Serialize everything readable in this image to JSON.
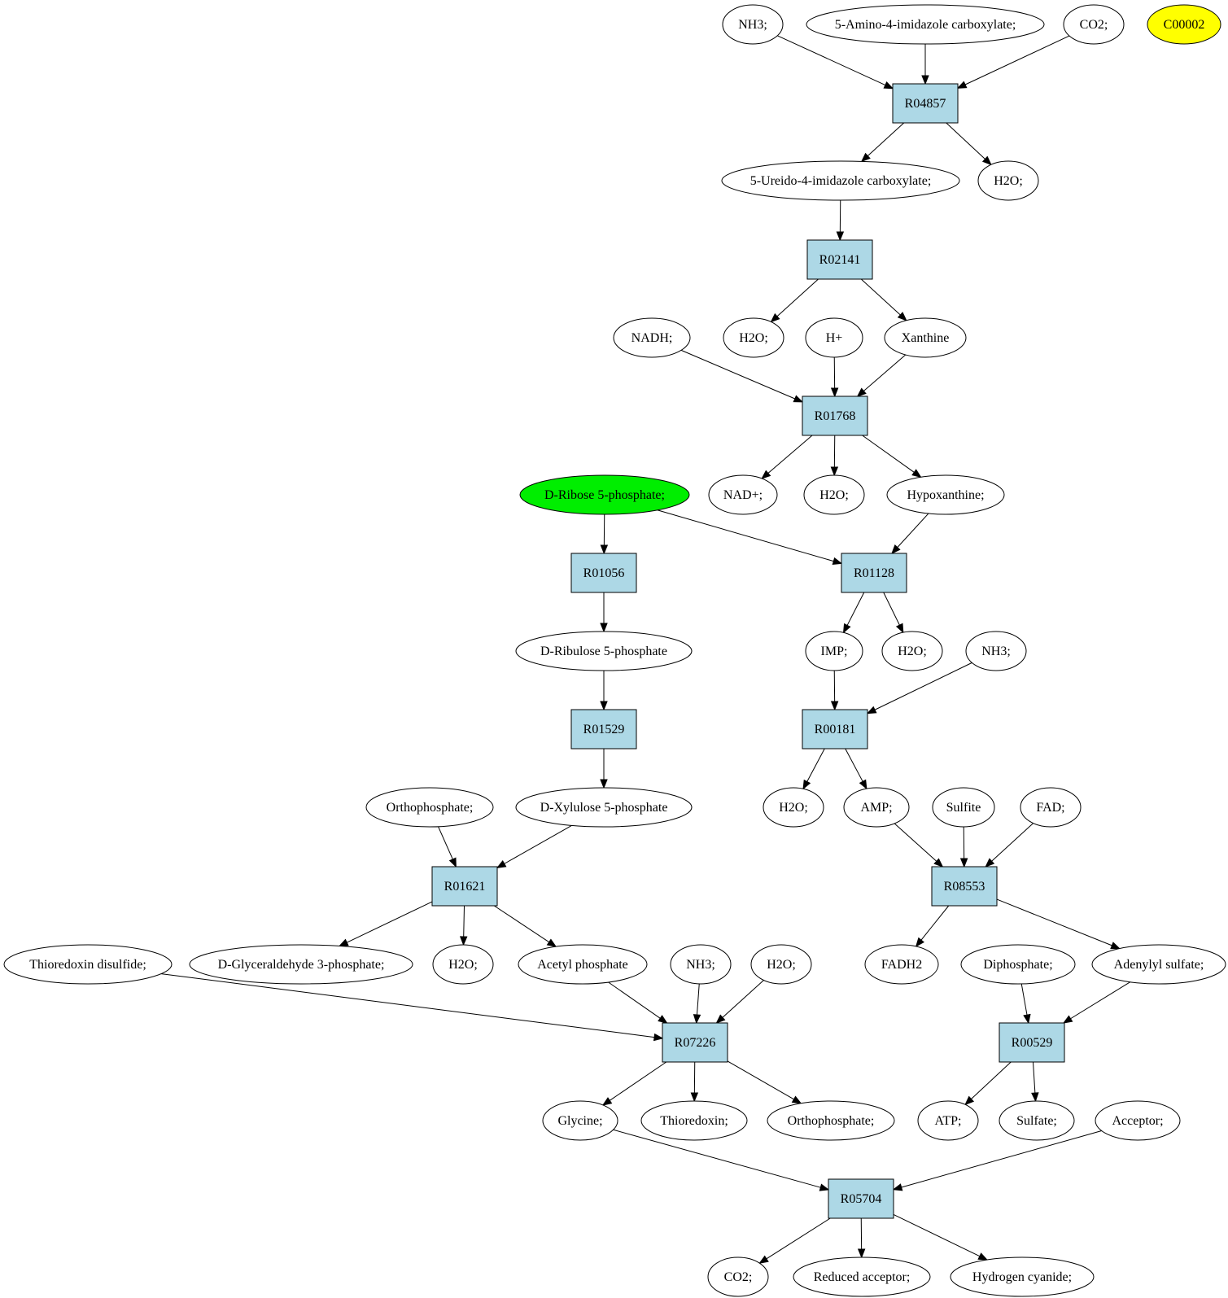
{
  "colors": {
    "reaction_fill": "#add8e6",
    "compound_fill": "#ffffff",
    "start_fill": "#00ee00",
    "highlight_fill": "#ffff00",
    "edge": "#000000"
  },
  "nodes": [
    {
      "id": "nh3_top",
      "label": "NH3;",
      "kind": "compound"
    },
    {
      "id": "aica",
      "label": "5-Amino-4-imidazole carboxylate;",
      "kind": "compound"
    },
    {
      "id": "co2_top",
      "label": "CO2;",
      "kind": "compound"
    },
    {
      "id": "c00002",
      "label": "C00002",
      "kind": "highlight"
    },
    {
      "id": "r04857",
      "label": "R04857",
      "kind": "reaction"
    },
    {
      "id": "ureido",
      "label": "5-Ureido-4-imidazole carboxylate;",
      "kind": "compound"
    },
    {
      "id": "h2o_1",
      "label": "H2O;",
      "kind": "compound"
    },
    {
      "id": "r02141",
      "label": "R02141",
      "kind": "reaction"
    },
    {
      "id": "nadh",
      "label": "NADH;",
      "kind": "compound"
    },
    {
      "id": "h2o_2",
      "label": "H2O;",
      "kind": "compound"
    },
    {
      "id": "hplus",
      "label": "H+",
      "kind": "compound"
    },
    {
      "id": "xanthine",
      "label": "Xanthine",
      "kind": "compound"
    },
    {
      "id": "r01768",
      "label": "R01768",
      "kind": "reaction"
    },
    {
      "id": "ribose5p",
      "label": "D-Ribose 5-phosphate;",
      "kind": "start"
    },
    {
      "id": "nadplus",
      "label": "NAD+;",
      "kind": "compound"
    },
    {
      "id": "h2o_3",
      "label": "H2O;",
      "kind": "compound"
    },
    {
      "id": "hypoxanthine",
      "label": "Hypoxanthine;",
      "kind": "compound"
    },
    {
      "id": "r01056",
      "label": "R01056",
      "kind": "reaction"
    },
    {
      "id": "r01128",
      "label": "R01128",
      "kind": "reaction"
    },
    {
      "id": "ribulose5p",
      "label": "D-Ribulose 5-phosphate",
      "kind": "compound"
    },
    {
      "id": "imp",
      "label": "IMP;",
      "kind": "compound"
    },
    {
      "id": "h2o_4",
      "label": "H2O;",
      "kind": "compound"
    },
    {
      "id": "nh3_mid",
      "label": "NH3;",
      "kind": "compound"
    },
    {
      "id": "r01529",
      "label": "R01529",
      "kind": "reaction"
    },
    {
      "id": "r00181",
      "label": "R00181",
      "kind": "reaction"
    },
    {
      "id": "orthophosphate_1",
      "label": "Orthophosphate;",
      "kind": "compound"
    },
    {
      "id": "xylulose5p",
      "label": "D-Xylulose 5-phosphate",
      "kind": "compound"
    },
    {
      "id": "h2o_5",
      "label": "H2O;",
      "kind": "compound"
    },
    {
      "id": "amp",
      "label": "AMP;",
      "kind": "compound"
    },
    {
      "id": "sulfite",
      "label": "Sulfite",
      "kind": "compound"
    },
    {
      "id": "fad",
      "label": "FAD;",
      "kind": "compound"
    },
    {
      "id": "r01621",
      "label": "R01621",
      "kind": "reaction"
    },
    {
      "id": "r08553",
      "label": "R08553",
      "kind": "reaction"
    },
    {
      "id": "thioredoxin_disulfide",
      "label": "Thioredoxin disulfide;",
      "kind": "compound"
    },
    {
      "id": "glyceraldehyde3p",
      "label": "D-Glyceraldehyde 3-phosphate;",
      "kind": "compound"
    },
    {
      "id": "h2o_6",
      "label": "H2O;",
      "kind": "compound"
    },
    {
      "id": "acetyl_phosphate",
      "label": "Acetyl phosphate",
      "kind": "compound"
    },
    {
      "id": "nh3_low",
      "label": "NH3;",
      "kind": "compound"
    },
    {
      "id": "h2o_7",
      "label": "H2O;",
      "kind": "compound"
    },
    {
      "id": "fadh2",
      "label": "FADH2",
      "kind": "compound"
    },
    {
      "id": "diphosphate",
      "label": "Diphosphate;",
      "kind": "compound"
    },
    {
      "id": "adenylyl_sulfate",
      "label": "Adenylyl sulfate;",
      "kind": "compound"
    },
    {
      "id": "r07226",
      "label": "R07226",
      "kind": "reaction"
    },
    {
      "id": "r00529",
      "label": "R00529",
      "kind": "reaction"
    },
    {
      "id": "glycine",
      "label": "Glycine;",
      "kind": "compound"
    },
    {
      "id": "thioredoxin",
      "label": "Thioredoxin;",
      "kind": "compound"
    },
    {
      "id": "orthophosphate_2",
      "label": "Orthophosphate;",
      "kind": "compound"
    },
    {
      "id": "atp",
      "label": "ATP;",
      "kind": "compound"
    },
    {
      "id": "sulfate",
      "label": "Sulfate;",
      "kind": "compound"
    },
    {
      "id": "acceptor",
      "label": "Acceptor;",
      "kind": "compound"
    },
    {
      "id": "r05704",
      "label": "R05704",
      "kind": "reaction"
    },
    {
      "id": "co2_bottom",
      "label": "CO2;",
      "kind": "compound"
    },
    {
      "id": "reduced_acceptor",
      "label": "Reduced acceptor;",
      "kind": "compound"
    },
    {
      "id": "hydrogen_cyanide",
      "label": "Hydrogen cyanide;",
      "kind": "compound"
    }
  ],
  "edges": [
    [
      "nh3_top",
      "r04857"
    ],
    [
      "aica",
      "r04857"
    ],
    [
      "co2_top",
      "r04857"
    ],
    [
      "r04857",
      "ureido"
    ],
    [
      "r04857",
      "h2o_1"
    ],
    [
      "ureido",
      "r02141"
    ],
    [
      "r02141",
      "h2o_2"
    ],
    [
      "r02141",
      "xanthine"
    ],
    [
      "nadh",
      "r01768"
    ],
    [
      "hplus",
      "r01768"
    ],
    [
      "xanthine",
      "r01768"
    ],
    [
      "r01768",
      "nadplus"
    ],
    [
      "r01768",
      "h2o_3"
    ],
    [
      "r01768",
      "hypoxanthine"
    ],
    [
      "ribose5p",
      "r01056"
    ],
    [
      "ribose5p",
      "r01128"
    ],
    [
      "hypoxanthine",
      "r01128"
    ],
    [
      "r01056",
      "ribulose5p"
    ],
    [
      "r01128",
      "imp"
    ],
    [
      "r01128",
      "h2o_4"
    ],
    [
      "ribulose5p",
      "r01529"
    ],
    [
      "imp",
      "r00181"
    ],
    [
      "nh3_mid",
      "r00181"
    ],
    [
      "r01529",
      "xylulose5p"
    ],
    [
      "r00181",
      "h2o_5"
    ],
    [
      "r00181",
      "amp"
    ],
    [
      "orthophosphate_1",
      "r01621"
    ],
    [
      "xylulose5p",
      "r01621"
    ],
    [
      "amp",
      "r08553"
    ],
    [
      "sulfite",
      "r08553"
    ],
    [
      "fad",
      "r08553"
    ],
    [
      "r01621",
      "glyceraldehyde3p"
    ],
    [
      "r01621",
      "h2o_6"
    ],
    [
      "r01621",
      "acetyl_phosphate"
    ],
    [
      "r08553",
      "fadh2"
    ],
    [
      "r08553",
      "adenylyl_sulfate"
    ],
    [
      "thioredoxin_disulfide",
      "r07226"
    ],
    [
      "acetyl_phosphate",
      "r07226"
    ],
    [
      "nh3_low",
      "r07226"
    ],
    [
      "h2o_7",
      "r07226"
    ],
    [
      "diphosphate",
      "r00529"
    ],
    [
      "adenylyl_sulfate",
      "r00529"
    ],
    [
      "r07226",
      "glycine"
    ],
    [
      "r07226",
      "thioredoxin"
    ],
    [
      "r07226",
      "orthophosphate_2"
    ],
    [
      "r00529",
      "atp"
    ],
    [
      "r00529",
      "sulfate"
    ],
    [
      "glycine",
      "r05704"
    ],
    [
      "acceptor",
      "r05704"
    ],
    [
      "r05704",
      "co2_bottom"
    ],
    [
      "r05704",
      "reduced_acceptor"
    ],
    [
      "r05704",
      "hydrogen_cyanide"
    ]
  ]
}
